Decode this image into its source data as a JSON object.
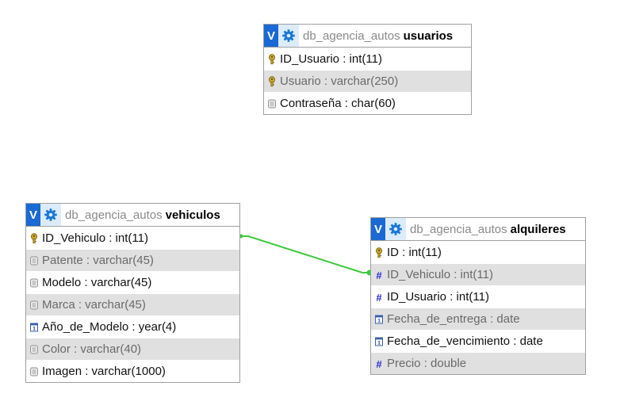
{
  "tables": [
    {
      "id": "usuarios",
      "toggle_label": "V",
      "db_name": "db_agencia_autos",
      "table_name": "usuarios",
      "columns": [
        {
          "text": "ID_Usuario : int(11)",
          "icon": "primary-key-icon"
        },
        {
          "text": "Usuario : varchar(250)",
          "icon": "primary-key-icon"
        },
        {
          "text": "Contraseña : char(60)",
          "icon": "text-type-icon"
        }
      ]
    },
    {
      "id": "vehiculos",
      "toggle_label": "V",
      "db_name": "db_agencia_autos",
      "table_name": "vehiculos",
      "columns": [
        {
          "text": "ID_Vehiculo : int(11)",
          "icon": "primary-key-icon"
        },
        {
          "text": "Patente : varchar(45)",
          "icon": "text-type-icon"
        },
        {
          "text": "Modelo : varchar(45)",
          "icon": "text-type-icon"
        },
        {
          "text": "Marca : varchar(45)",
          "icon": "text-type-icon"
        },
        {
          "text": "Año_de_Modelo : year(4)",
          "icon": "date-type-icon"
        },
        {
          "text": "Color : varchar(40)",
          "icon": "text-type-icon"
        },
        {
          "text": "Imagen : varchar(1000)",
          "icon": "text-type-icon"
        }
      ]
    },
    {
      "id": "alquileres",
      "toggle_label": "V",
      "db_name": "db_agencia_autos",
      "table_name": "alquileres",
      "columns": [
        {
          "text": "ID : int(11)",
          "icon": "primary-key-icon"
        },
        {
          "text": "ID_Vehiculo : int(11)",
          "icon": "numeric-type-icon"
        },
        {
          "text": "ID_Usuario : int(11)",
          "icon": "numeric-type-icon"
        },
        {
          "text": "Fecha_de_entrega : date",
          "icon": "date-type-icon"
        },
        {
          "text": "Fecha_de_vencimiento : date",
          "icon": "date-type-icon"
        },
        {
          "text": "Precio : double",
          "icon": "numeric-type-icon"
        }
      ]
    }
  ],
  "relations": [
    {
      "from_table": "vehiculos",
      "from_column": "ID_Vehiculo",
      "to_table": "alquileres",
      "to_column": "ID_Vehiculo",
      "color": "#3ec93e"
    }
  ],
  "colors": {
    "toggle": "#1a69d4",
    "gear_bg": "#dcecfb",
    "gear": "#1a78d8",
    "border": "#a0a0a0",
    "alt_row": "#e0e0e0",
    "db_name": "#8a8a8a",
    "relation": "#3ec93e"
  }
}
